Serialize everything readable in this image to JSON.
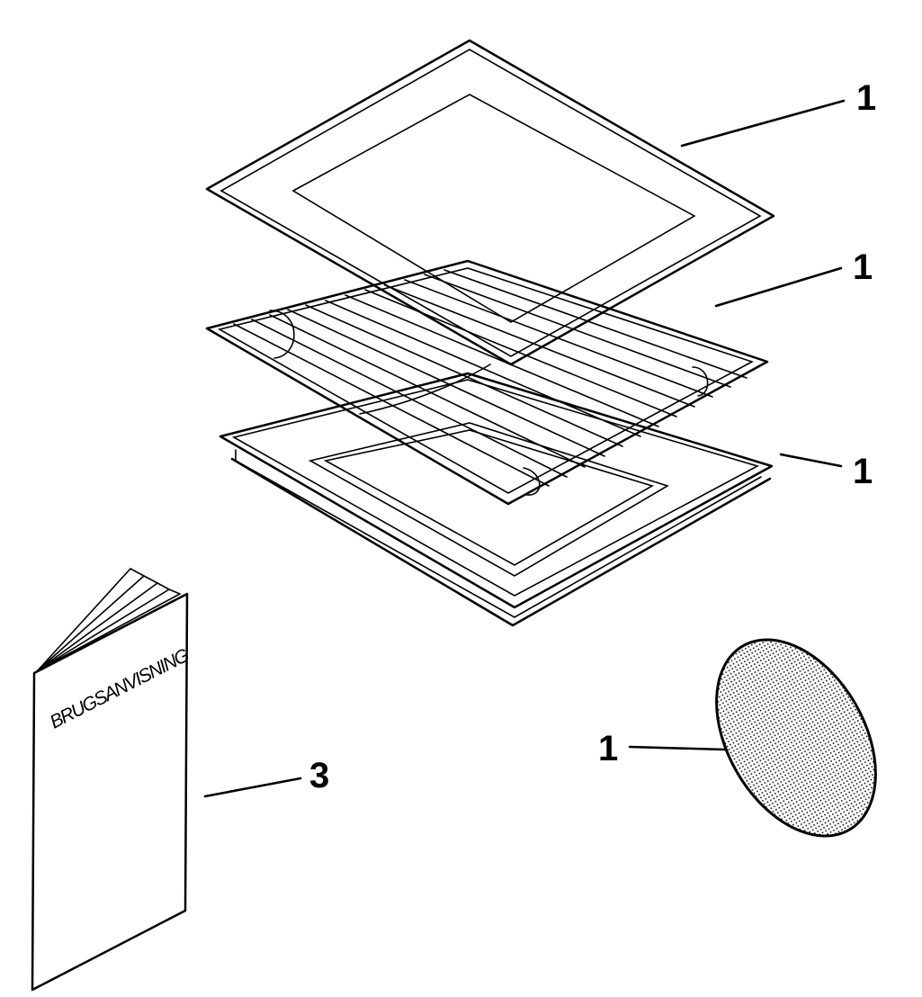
{
  "callouts": {
    "glass_tray": "1",
    "wire_rack": "1",
    "baking_pan": "1",
    "filter": "1",
    "manual": "3"
  },
  "manual": {
    "cover_title": "BRUGSANVISNING"
  }
}
